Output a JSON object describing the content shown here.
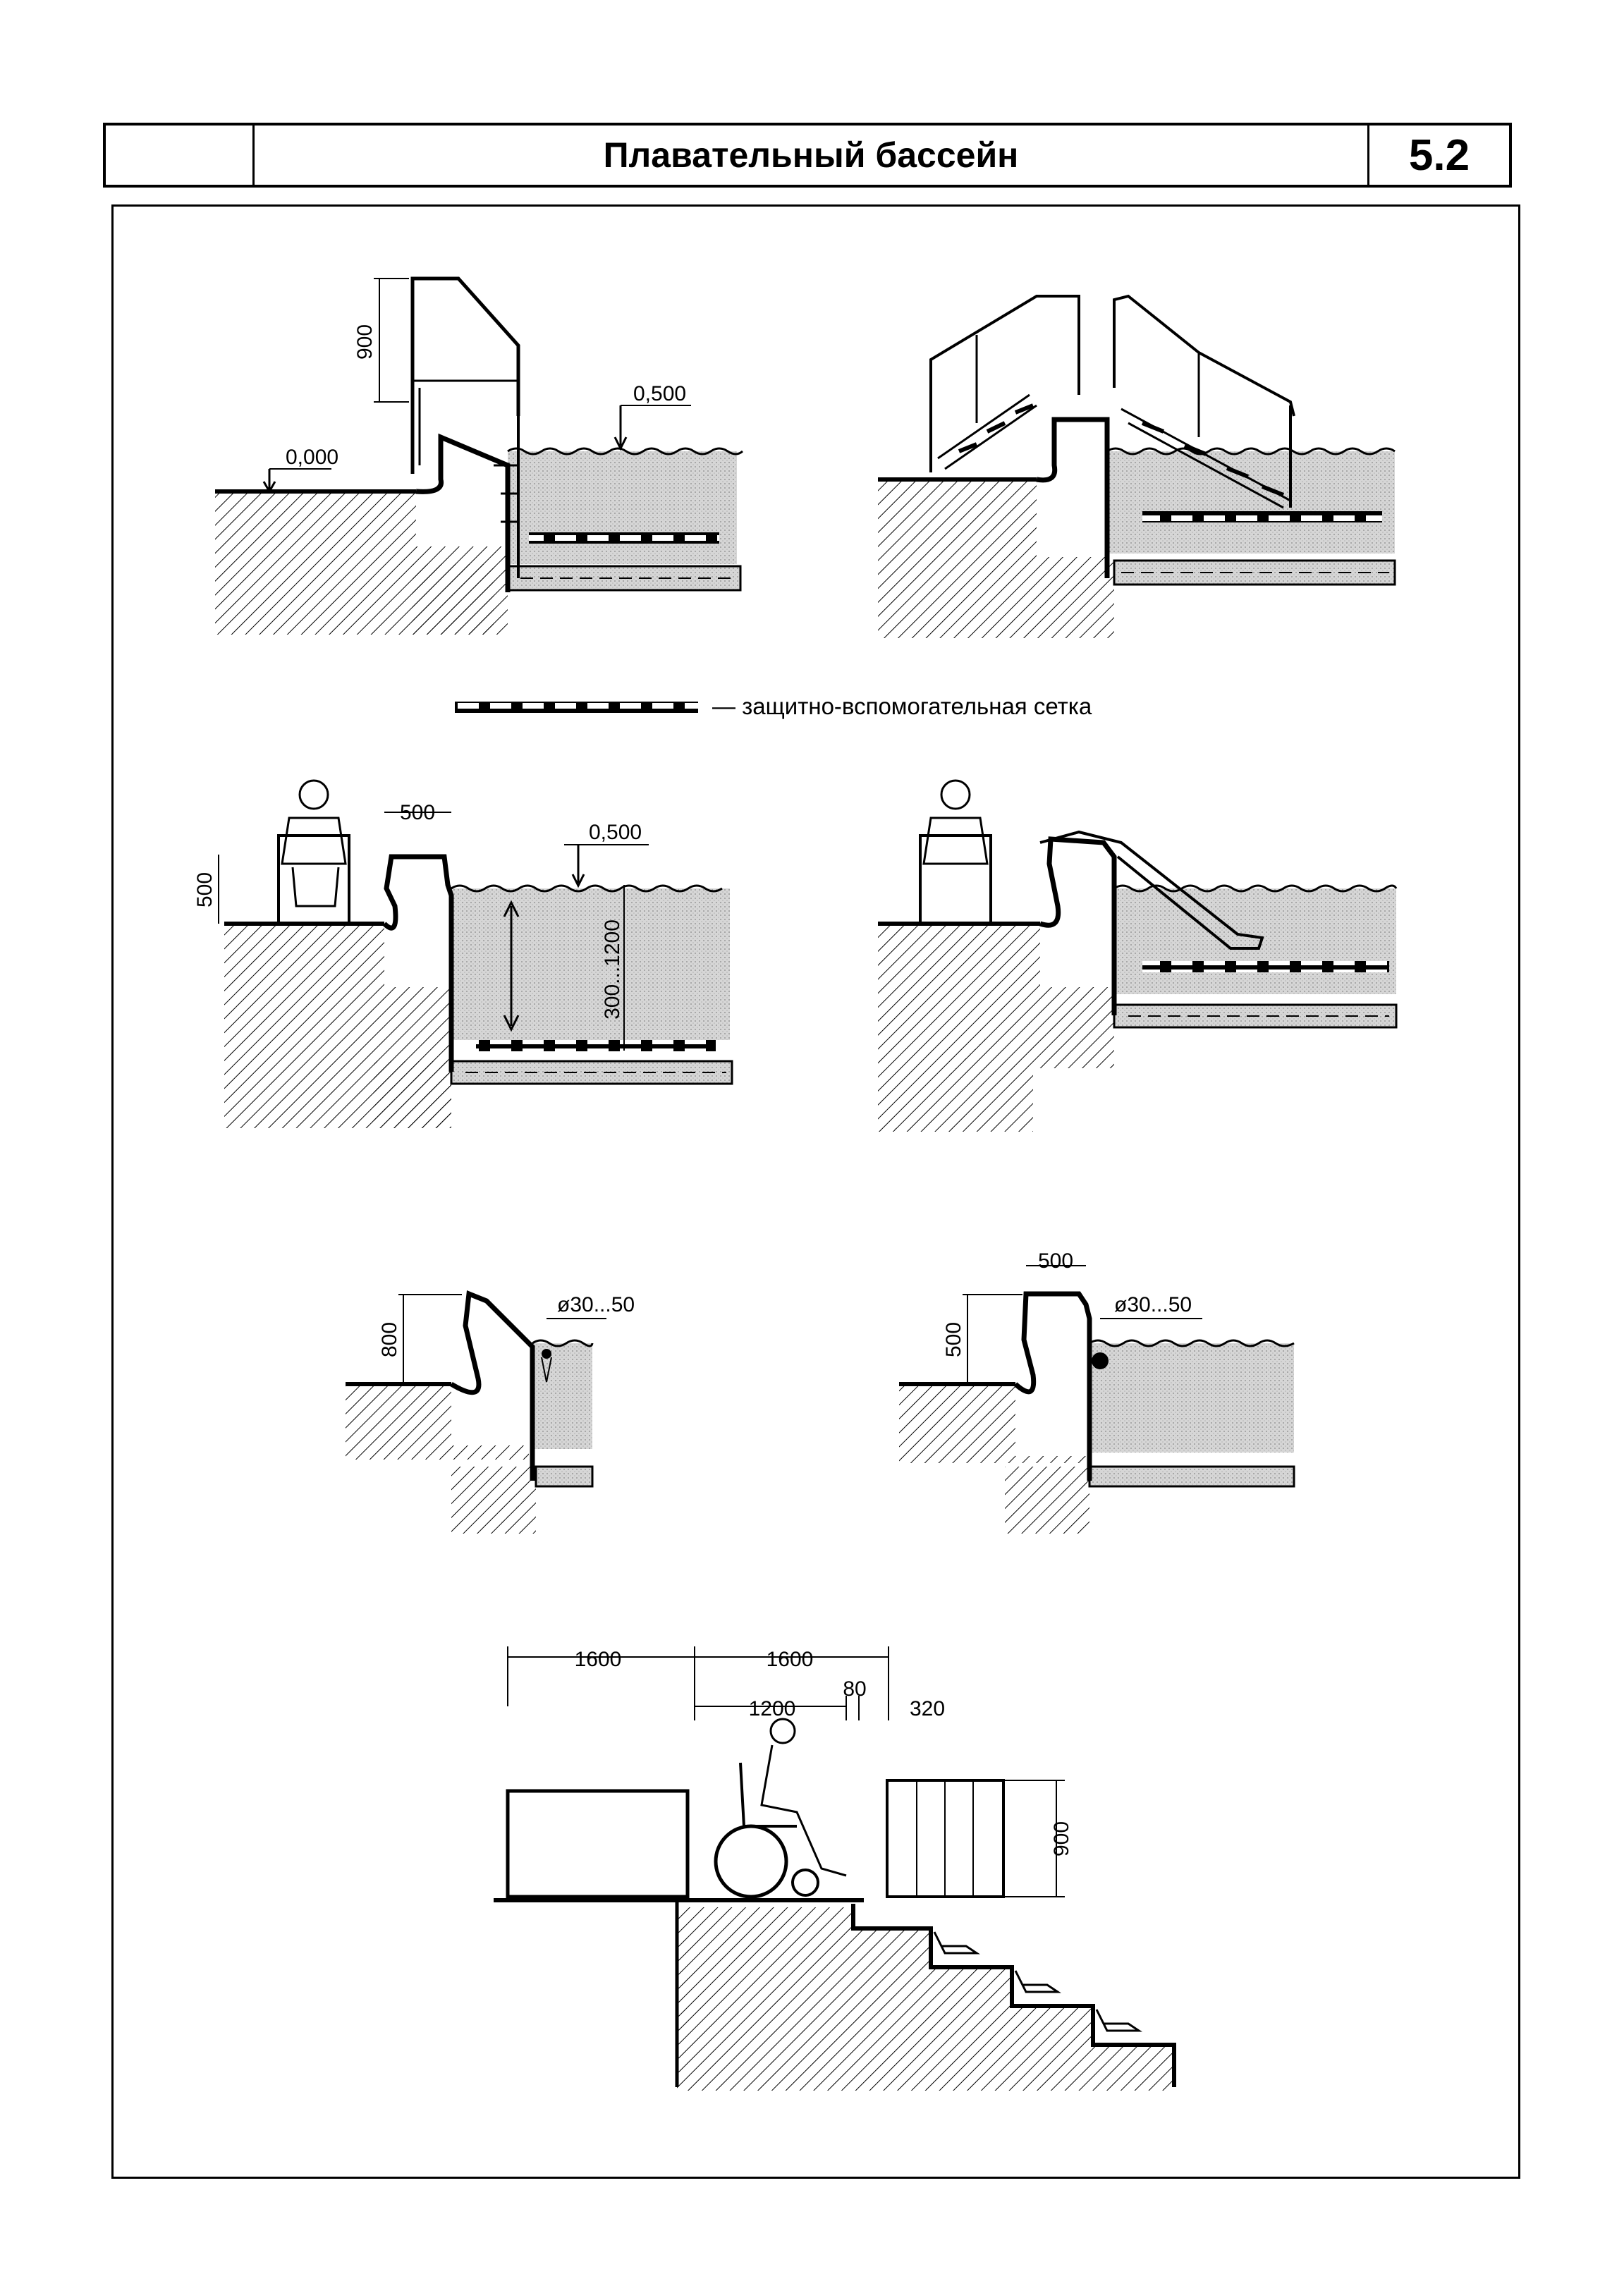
{
  "header": {
    "title": "Плавательный бассейн",
    "code": "5.2"
  },
  "legend": {
    "text": "— защитно-вспомогательная сетка"
  },
  "dimensions": {
    "d1_height": "900",
    "d1_floor": "0,000",
    "d1_water": "0,500",
    "d3_edge": "500",
    "d3_height": "500",
    "d3_water": "0,500",
    "d3_depth": "300...1200",
    "d5_height": "800",
    "d5_rail": "ø30...50",
    "d6_width": "500",
    "d6_height": "500",
    "d6_rail": "ø30...50",
    "d7_span1": "1600",
    "d7_span2": "1600",
    "d7_span3": "1200",
    "d7_span4": "80",
    "d7_span5": "320",
    "d7_height": "900"
  }
}
